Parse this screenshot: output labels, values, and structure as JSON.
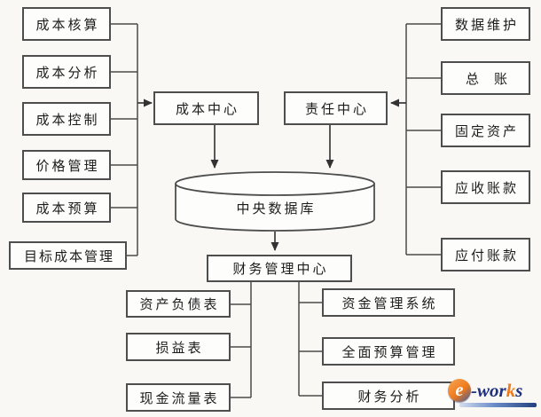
{
  "diagram": {
    "background_color": "#f9f8f5",
    "line_color": "#4a4a4a",
    "left_column": [
      {
        "label": "成本核算"
      },
      {
        "label": "成本分析"
      },
      {
        "label": "成本控制"
      },
      {
        "label": "价格管理"
      },
      {
        "label": "成本预算"
      },
      {
        "label": "目标成本管理"
      }
    ],
    "centers": {
      "cost_center": "成本中心",
      "responsibility_center": "责任中心",
      "database": "中央数据库",
      "finance_center": "财务管理中心"
    },
    "right_column": [
      {
        "label": "数据维护"
      },
      {
        "label": "总　账"
      },
      {
        "label": "固定资产"
      },
      {
        "label": "应收账款"
      },
      {
        "label": "应付账款"
      }
    ],
    "bottom_left": [
      {
        "label": "资产负债表"
      },
      {
        "label": "损益表"
      },
      {
        "label": "现金流量表"
      }
    ],
    "bottom_right": [
      {
        "label": "资金管理系统"
      },
      {
        "label": "全面预算管理"
      },
      {
        "label": "财务分析"
      }
    ],
    "logo": {
      "e": "e",
      "wor": "-wor",
      "k": "k",
      "s": "s",
      "orange": "#ee7a1d",
      "blue": "#22407e"
    }
  }
}
